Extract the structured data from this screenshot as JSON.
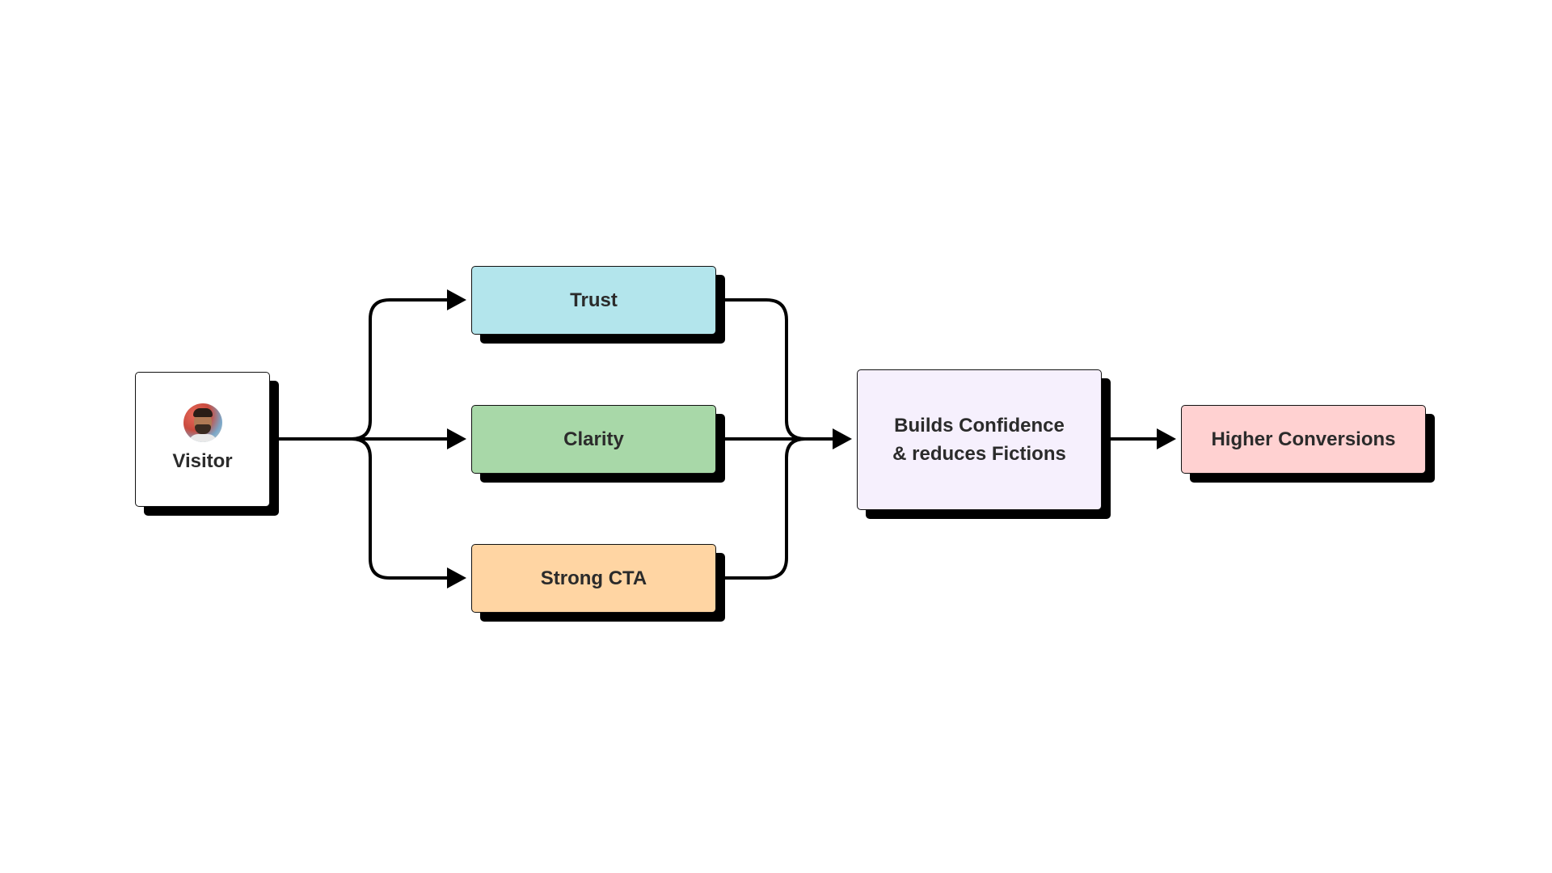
{
  "diagram": {
    "nodes": {
      "visitor": {
        "label": "Visitor",
        "icon": "avatar-photo",
        "fill": "#ffffff"
      },
      "trust": {
        "label": "Trust",
        "fill": "#b3e5ec"
      },
      "clarity": {
        "label": "Clarity",
        "fill": "#a8d8a8"
      },
      "strong_cta": {
        "label": "Strong CTA",
        "fill": "#ffd5a3"
      },
      "confidence": {
        "label_line1": "Builds Confidence",
        "label_line2": "& reduces Fictions",
        "fill": "#f6f0fd"
      },
      "conversions": {
        "label": "Higher Conversions",
        "fill": "#ffd1d1"
      }
    },
    "edges": [
      {
        "from": "Visitor",
        "to": "Trust"
      },
      {
        "from": "Visitor",
        "to": "Clarity"
      },
      {
        "from": "Visitor",
        "to": "Strong CTA"
      },
      {
        "from": "Trust",
        "to": "Builds Confidence & reduces Fictions"
      },
      {
        "from": "Clarity",
        "to": "Builds Confidence & reduces Fictions"
      },
      {
        "from": "Strong CTA",
        "to": "Builds Confidence & reduces Fictions"
      },
      {
        "from": "Builds Confidence & reduces Fictions",
        "to": "Higher Conversions"
      }
    ],
    "colors": {
      "stroke": "#000000",
      "shadow": "#000000",
      "text": "#2b2b2b"
    }
  }
}
